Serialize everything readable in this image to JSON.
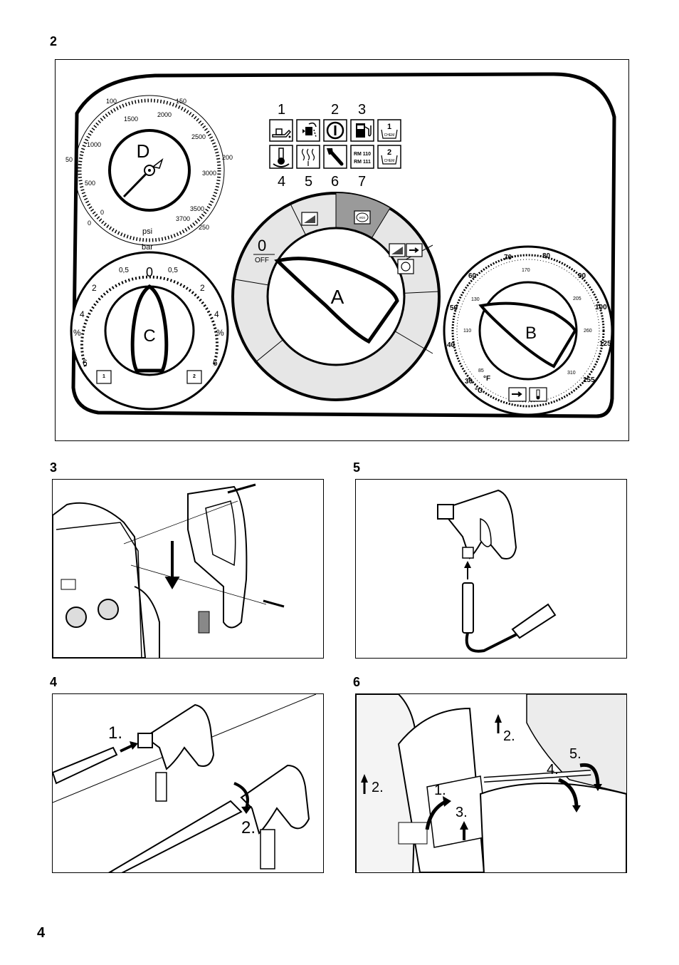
{
  "figures": {
    "fig2": {
      "number": "2"
    },
    "fig3": {
      "number": "3"
    },
    "fig4": {
      "number": "4",
      "steps": [
        "1.",
        "2."
      ]
    },
    "fig5": {
      "number": "5"
    },
    "fig6": {
      "number": "6",
      "steps": [
        "2.",
        "2.",
        "1.",
        "3.",
        "4.",
        "5."
      ]
    }
  },
  "control_panel": {
    "gauge_d": {
      "label": "D",
      "psi_ticks": [
        "1500",
        "2000",
        "2500",
        "3000",
        "3500",
        "1000",
        "500",
        "0",
        "3700"
      ],
      "bar_ticks": [
        "100",
        "150",
        "50",
        "200",
        "250",
        "0"
      ],
      "unit_psi": "psi",
      "unit_bar": "bar"
    },
    "indicator_numbers_top": [
      "1",
      "2",
      "3"
    ],
    "indicator_numbers_bottom": [
      "4",
      "5",
      "6",
      "7"
    ],
    "indicator_rm_label_1": "RM 110",
    "indicator_rm_label_2": "RM 111",
    "chem_1": "1",
    "chem_2": "2",
    "chem_text": "CHEM",
    "selector_a": {
      "label": "A",
      "off_number": "0",
      "off_label": "OFF",
      "eco_label": "eco"
    },
    "dial_b": {
      "label": "B",
      "celsius_ticks": [
        "30",
        "40",
        "50",
        "60",
        "70",
        "80",
        "90",
        "100",
        "125",
        "155"
      ],
      "fahrenheit_ticks": [
        "85",
        "110",
        "130",
        "170",
        "205",
        "260",
        "310"
      ],
      "unit_c": "°C",
      "unit_f": "°F"
    },
    "dial_c": {
      "label": "C",
      "ticks_left": [
        "0,5",
        "2",
        "4",
        "%",
        "6"
      ],
      "ticks_right": [
        "0,5",
        "2",
        "4",
        "%",
        "6"
      ],
      "tick_center": "0"
    }
  },
  "page_number": "4"
}
